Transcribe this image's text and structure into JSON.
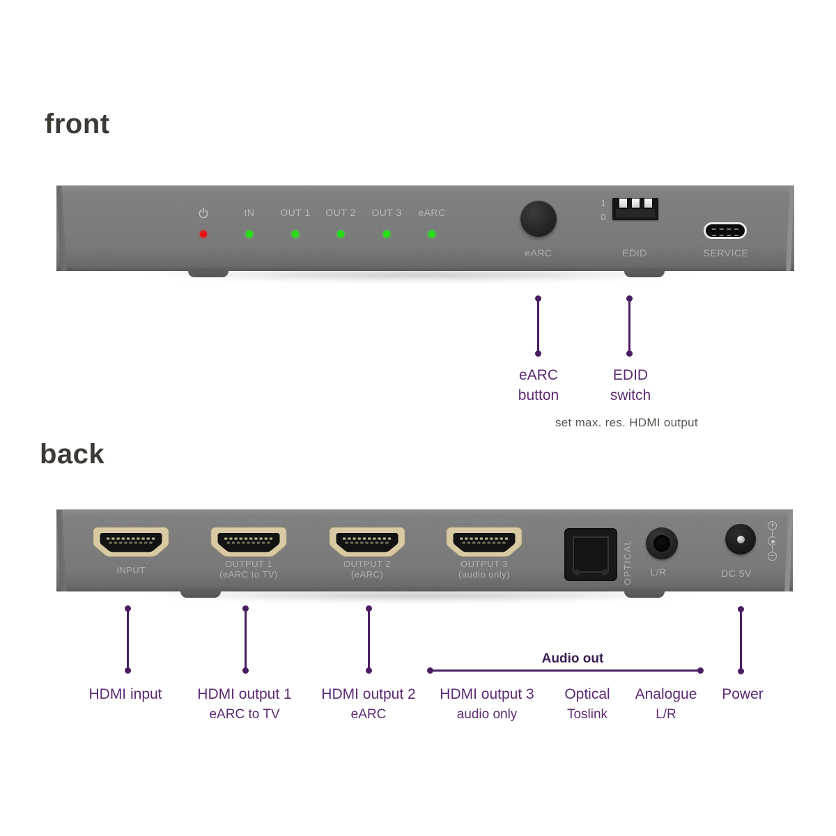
{
  "front": {
    "title": "front",
    "leds": [
      {
        "name": "power",
        "label": "",
        "color": "#F01212"
      },
      {
        "name": "in",
        "label": "IN",
        "color": "#23DF14"
      },
      {
        "name": "out1",
        "label": "OUT 1",
        "color": "#23DF14"
      },
      {
        "name": "out2",
        "label": "OUT 2",
        "color": "#23DF14"
      },
      {
        "name": "out3",
        "label": "OUT 3",
        "color": "#23DF14"
      },
      {
        "name": "earc",
        "label": "eARC",
        "color": "#23DF14"
      }
    ],
    "earc_button_label": "eARC",
    "edid": {
      "label": "EDID",
      "pos_on": "1",
      "pos_off": "0"
    },
    "service_label": "SERVICE",
    "annotations": [
      {
        "line1": "eARC",
        "line2": "button"
      },
      {
        "line1": "EDID",
        "line2": "switch"
      }
    ],
    "note": "set max. res. HDMI output"
  },
  "back": {
    "title": "back",
    "ports": [
      {
        "label": "INPUT",
        "sub": ""
      },
      {
        "label": "OUTPUT 1",
        "sub": "(eARC to TV)"
      },
      {
        "label": "OUTPUT 2",
        "sub": "(eARC)"
      },
      {
        "label": "OUTPUT 3",
        "sub": "(audio only)"
      }
    ],
    "optical_label": "OPTICAL",
    "lr_label": "L/R",
    "dc_label": "DC 5V",
    "polarity": {
      "plus": "+",
      "minus": "−"
    },
    "audio_out_label": "Audio out",
    "annotations": [
      {
        "title": "HDMI input",
        "sub": ""
      },
      {
        "title": "HDMI output 1",
        "sub": "eARC to TV"
      },
      {
        "title": "HDMI output 2",
        "sub": "eARC"
      },
      {
        "title": "HDMI output 3",
        "sub": "audio only"
      },
      {
        "title": "Optical",
        "sub": "Toslink"
      },
      {
        "title": "Analogue",
        "sub": "L/R"
      },
      {
        "title": "Power",
        "sub": ""
      }
    ]
  },
  "colors": {
    "annotation_purple": "#5D2B72",
    "annotation_line": "#4A1D62",
    "audio_out_dark": "#3C1D52",
    "panel_gray": "#7D7D7D",
    "hdmi_gold": "#D8CBA4",
    "led_red": "#F01212",
    "led_green": "#23DF14",
    "title_dark": "#3D3935",
    "note_gray": "#58534E"
  }
}
